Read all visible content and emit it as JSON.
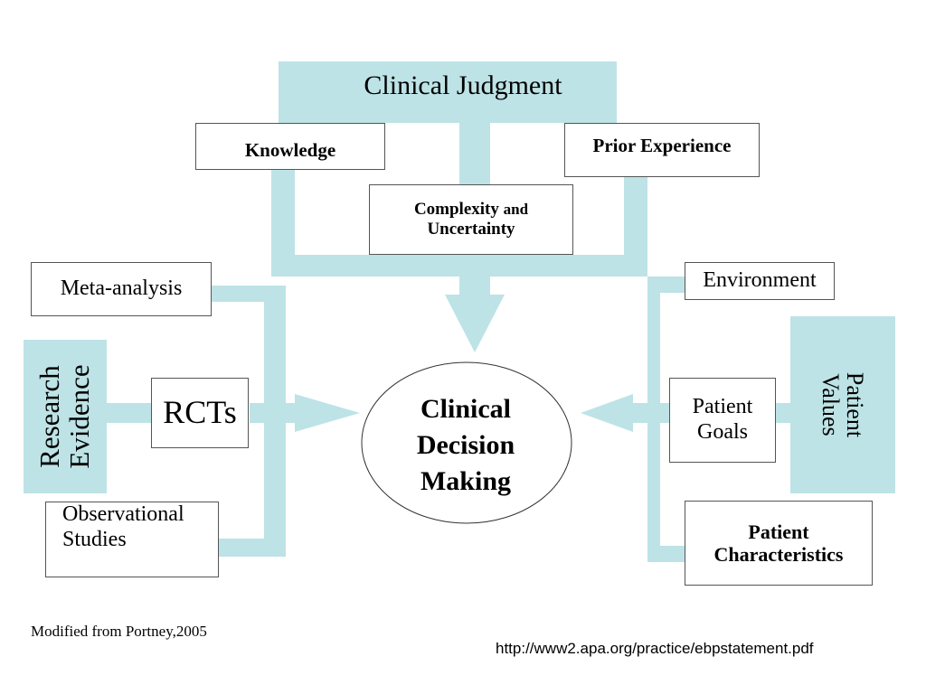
{
  "clinical_judgment": "Clinical Judgment",
  "knowledge": "Knowledge",
  "prior_experience": "Prior Experience",
  "complexity_line1": "Complexity",
  "complexity_and": "and",
  "complexity_line2": "Uncertainty",
  "research_evidence": {
    "line1": "Research",
    "line2": "Evidence"
  },
  "meta_analysis": "Meta-analysis",
  "rcts": "RCTs",
  "observational_line1": "Observational",
  "observational_line2": "Studies",
  "decision": {
    "line1": "Clinical",
    "line2": "Decision",
    "line3": "Making"
  },
  "patient_values": {
    "line1": "Patient",
    "line2": "Values"
  },
  "environment": "Environment",
  "patient_goals_line1": "Patient",
  "patient_goals_line2": "Goals",
  "patient_char_line1": "Patient",
  "patient_char_line2": "Characteristics",
  "citation": "Modified from Portney,2005",
  "url": "http://www2.apa.org/practice/ebpstatement.pdf",
  "colors": {
    "connector_fill": "#bde3e6",
    "box_border": "#555555"
  }
}
